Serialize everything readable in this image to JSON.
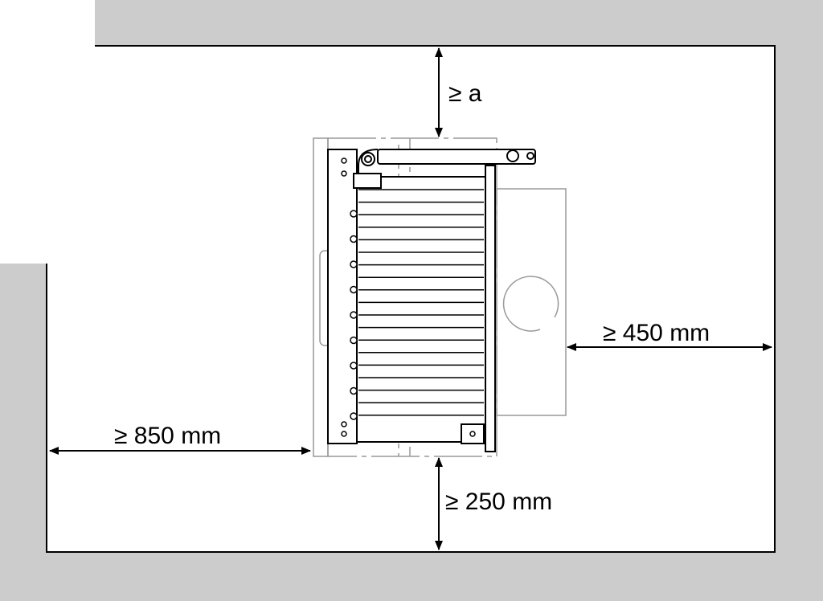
{
  "diagram": {
    "colors": {
      "wall": "#cccccc",
      "line": "#000000",
      "ghost": "#999999",
      "background": "#ffffff"
    },
    "clearances": {
      "top": "≥ a",
      "right": "≥ 450 mm",
      "left": "≥ 850 mm",
      "bottom": "≥ 250 mm"
    }
  }
}
